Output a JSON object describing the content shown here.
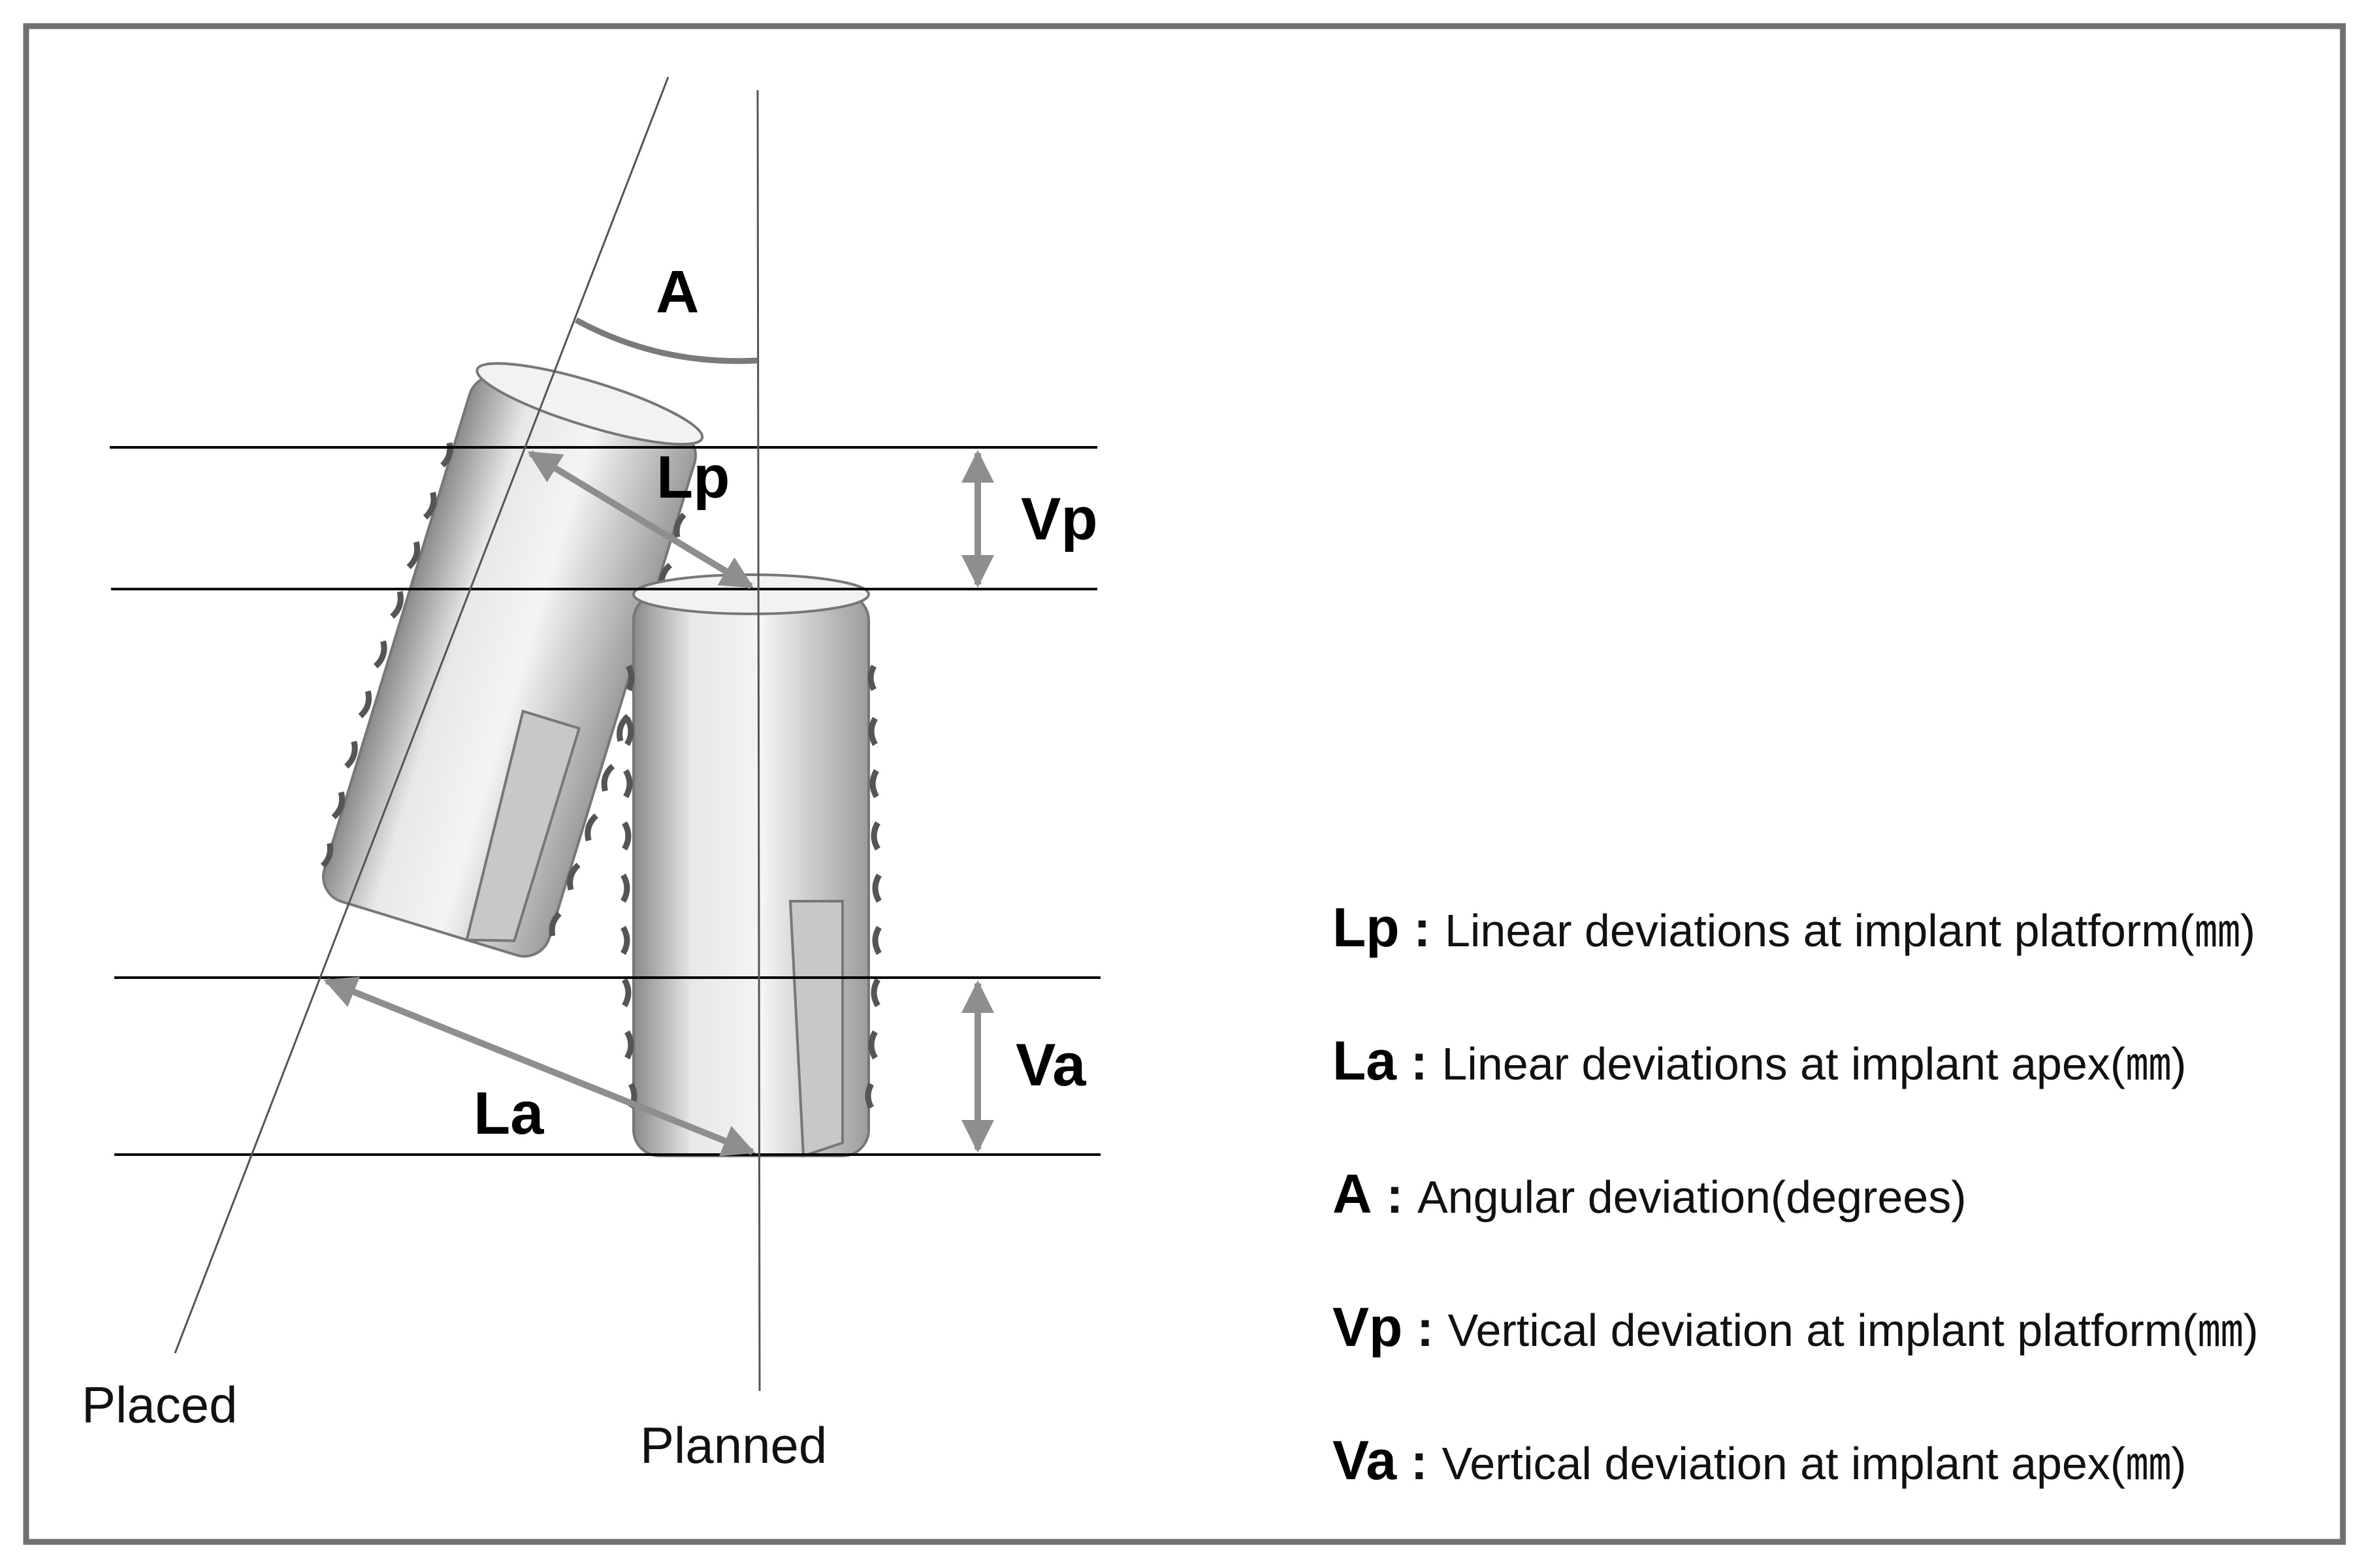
{
  "labels": {
    "angle": "A",
    "lp": "Lp",
    "la": "La",
    "vp": "Vp",
    "va": "Va",
    "placed": "Placed",
    "planned": "Planned"
  },
  "legend": [
    {
      "term": "Lp",
      "sep": " : ",
      "desc": "Linear deviations at implant platform(㎜)"
    },
    {
      "term": "La",
      "sep": " : ",
      "desc": "Linear deviations at implant apex(㎜)"
    },
    {
      "term": "A",
      "sep": " : ",
      "desc": "Angular deviation(degrees)"
    },
    {
      "term": "Vp",
      "sep": " : ",
      "desc": "Vertical deviation at implant platform(㎜)"
    },
    {
      "term": "Va",
      "sep": " : ",
      "desc": "Vertical deviation at implant apex(㎜)"
    }
  ],
  "colors": {
    "border": "#6f6f6f",
    "arrow": "#8e8e8e",
    "implant_fill": "#e2e2e2",
    "implant_shade": "#9a9a9a",
    "thread": "#555555",
    "line": "#000000"
  }
}
